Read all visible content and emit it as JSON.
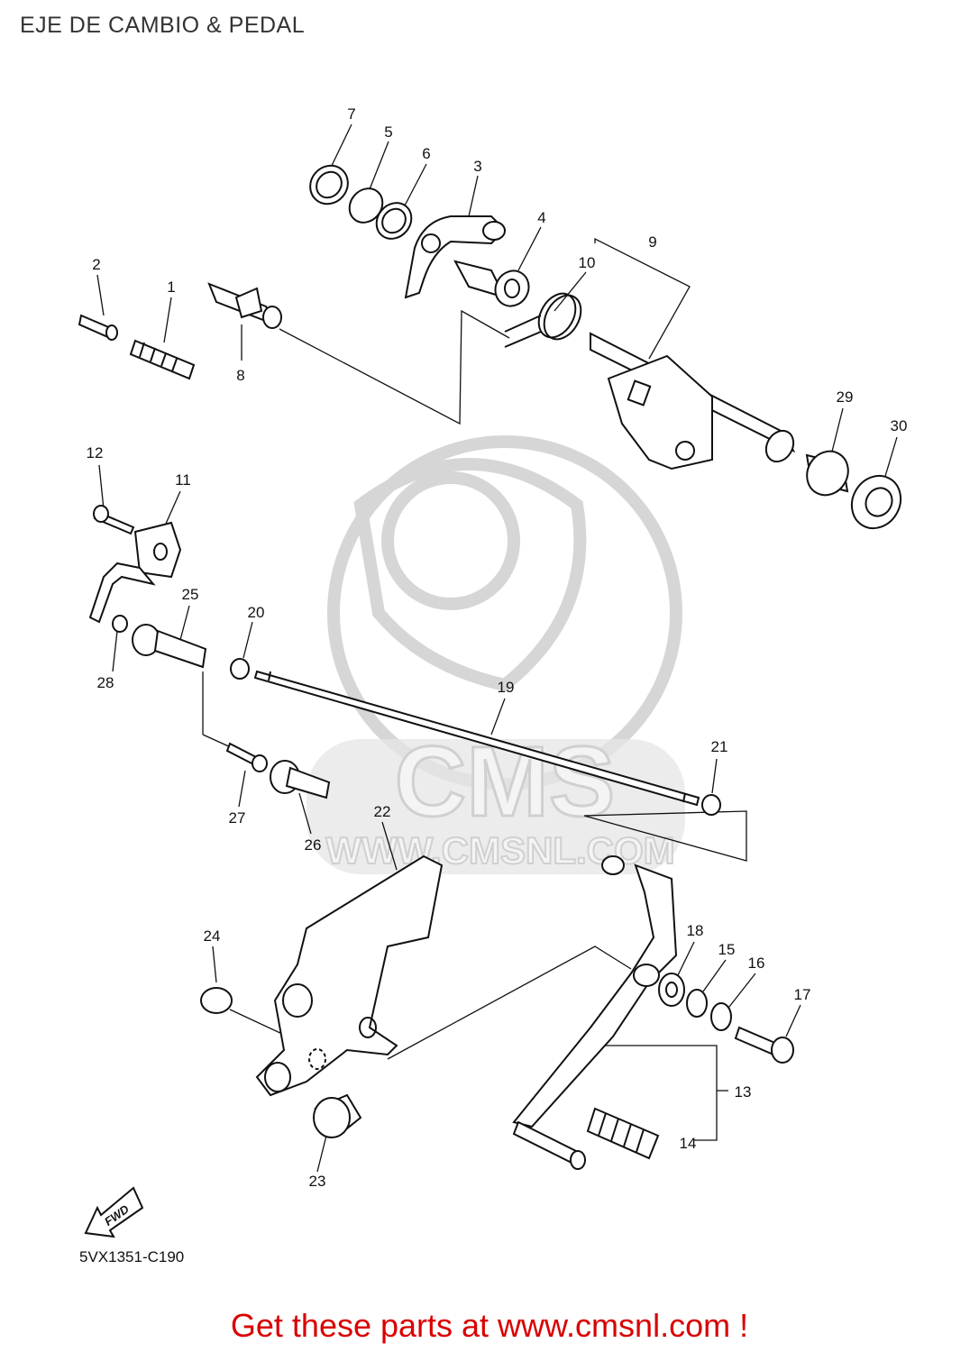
{
  "title": "EJE DE CAMBIO & PEDAL",
  "watermark": {
    "brand": "CMS",
    "url": "WWW.CMSNL.COM"
  },
  "fwd_label": "FWD",
  "diagram_code": "5VX1351-C190",
  "cta_text": "Get these parts at www.cmsnl.com !",
  "cta_color": "#d90000",
  "part_labels": {
    "p1": "1",
    "p2": "2",
    "p3": "3",
    "p4": "4",
    "p5": "5",
    "p6": "6",
    "p7": "7",
    "p8": "8",
    "p9": "9",
    "p10": "10",
    "p11": "11",
    "p12": "12",
    "p13": "13",
    "p14": "14",
    "p15": "15",
    "p16": "16",
    "p17": "17",
    "p18": "18",
    "p19": "19",
    "p20": "20",
    "p21": "21",
    "p22": "22",
    "p23": "23",
    "p24": "24",
    "p25": "25",
    "p26": "26",
    "p27": "27",
    "p28": "28",
    "p29": "29",
    "p30": "30"
  }
}
